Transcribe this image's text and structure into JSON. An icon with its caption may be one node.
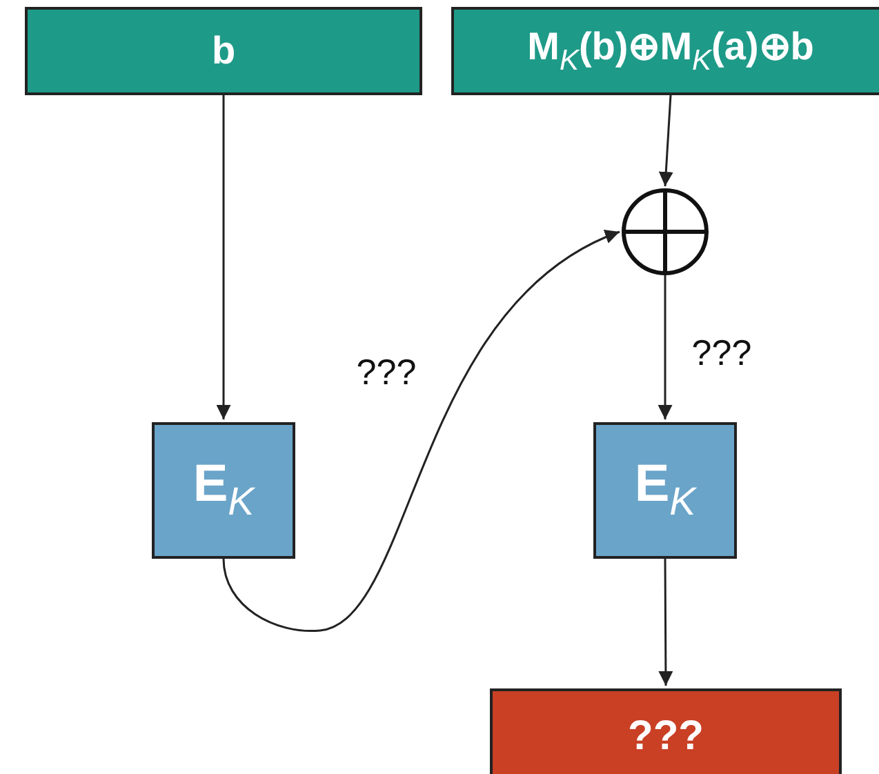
{
  "diagram": {
    "nodes": [
      {
        "text": [
          "b"
        ]
      },
      {
        "text": [
          "M$_{K}$(b)⊕M$_{K}$(a)⊕b"
        ]
      },
      {
        "text": [],
        "shape": "circle"
      },
      {
        "text": [
          "E$_{K}$"
        ]
      },
      {
        "text": [
          "E$_{K}$"
        ]
      },
      {
        "text": [
          "???"
        ]
      }
    ],
    "edges": [
      {
        "from": 0,
        "to": 3,
        "arrow": "to"
      },
      {
        "from": 1,
        "to": 2,
        "arrow": "to"
      },
      {
        "from": 3,
        "to": 2,
        "arrow": "to",
        "label": "???"
      },
      {
        "from": 2,
        "to": 4,
        "arrow": "to",
        "label": "???"
      },
      {
        "from": 4,
        "to": 5,
        "arrow": "to"
      }
    ]
  }
}
